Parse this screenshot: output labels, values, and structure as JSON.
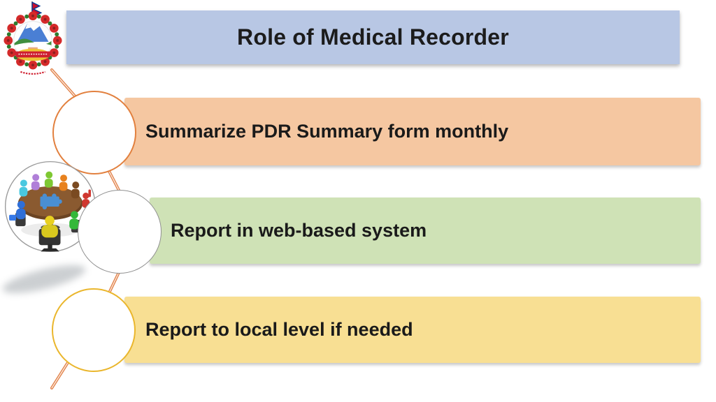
{
  "slide": {
    "title": "Role of Medical Recorder",
    "items": [
      {
        "label": "Summarize PDR Summary form monthly",
        "color": "#f5c7a1"
      },
      {
        "label": "Report in web-based system",
        "color": "#cfe2b6"
      },
      {
        "label": "Report to local level if needed",
        "color": "#f8df93"
      }
    ],
    "colors": {
      "background": "#ffffff",
      "title_bar": "#b8c7e4",
      "title_text": "#1c1c1c",
      "item_text": "#1a1a1a",
      "connector_line": "#e08048",
      "circle_outline_1": "#e2803e",
      "circle_outline_2": "#909090",
      "circle_outline_3": "#eab62c"
    },
    "logo": {
      "name": "nepal-government-emblem"
    },
    "clipart": {
      "name": "team-meeting-round-table"
    }
  }
}
